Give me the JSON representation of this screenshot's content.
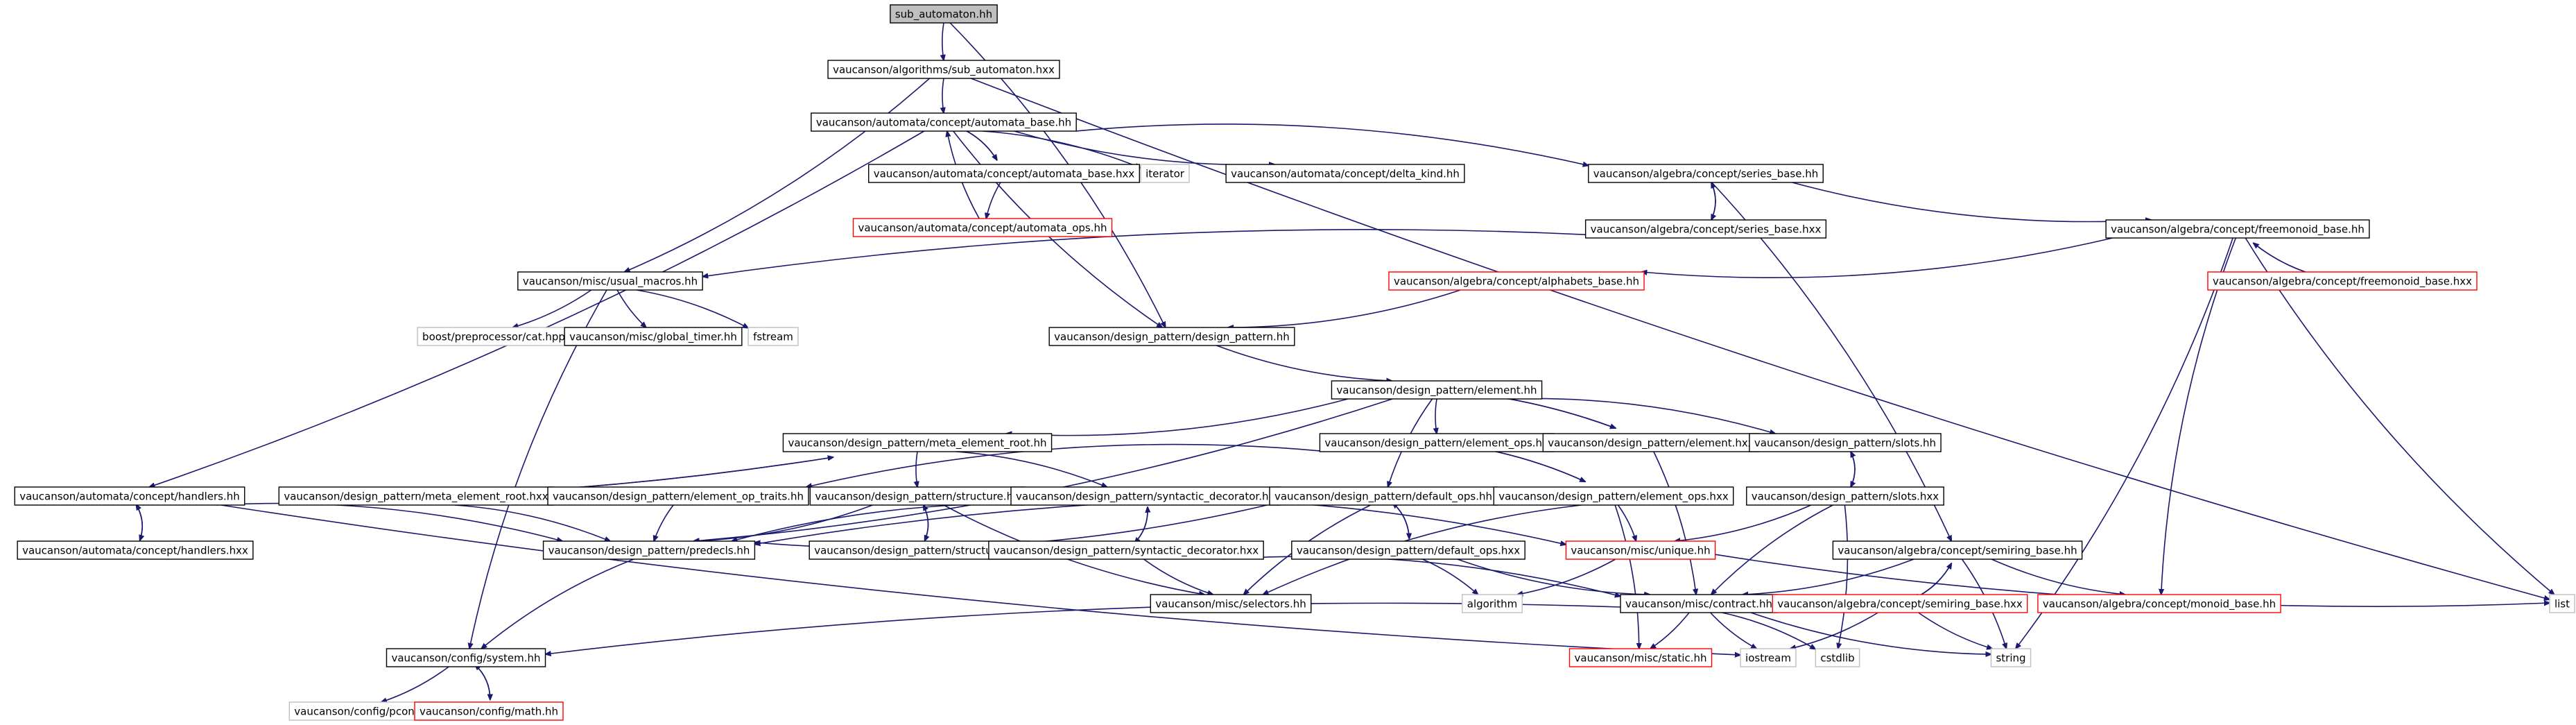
{
  "graph": {
    "root": "sub_automaton.hh",
    "colors": {
      "edge": "#191970",
      "node_border": "#000000",
      "root_fill": "#bfbfbf",
      "missing_border": "#ff0000",
      "external_border": "#bfbfbf",
      "text": "#000000"
    },
    "nodes": [
      {
        "id": "n0",
        "label": "sub_automaton.hh",
        "kind": "root"
      },
      {
        "id": "n1",
        "label": "vaucanson/algorithms/sub_automaton.hxx",
        "kind": "normal"
      },
      {
        "id": "n2",
        "label": "vaucanson/automata/concept/automata_base.hh",
        "kind": "normal"
      },
      {
        "id": "n3",
        "label": "vaucanson/automata/concept/automata_base.hxx",
        "kind": "normal"
      },
      {
        "id": "n4",
        "label": "iterator",
        "kind": "external"
      },
      {
        "id": "n5",
        "label": "vaucanson/automata/concept/delta_kind.hh",
        "kind": "normal"
      },
      {
        "id": "n6",
        "label": "vaucanson/algebra/concept/series_base.hh",
        "kind": "normal"
      },
      {
        "id": "n7",
        "label": "vaucanson/automata/concept/automata_ops.hh",
        "kind": "missing"
      },
      {
        "id": "n8",
        "label": "vaucanson/algebra/concept/series_base.hxx",
        "kind": "normal"
      },
      {
        "id": "n9",
        "label": "vaucanson/algebra/concept/freemonoid_base.hh",
        "kind": "normal"
      },
      {
        "id": "n10",
        "label": "vaucanson/misc/usual_macros.hh",
        "kind": "normal"
      },
      {
        "id": "n11",
        "label": "vaucanson/algebra/concept/alphabets_base.hh",
        "kind": "missing"
      },
      {
        "id": "n12",
        "label": "vaucanson/algebra/concept/freemonoid_base.hxx",
        "kind": "missing"
      },
      {
        "id": "n13",
        "label": "boost/preprocessor/cat.hpp",
        "kind": "external"
      },
      {
        "id": "n14",
        "label": "vaucanson/misc/global_timer.hh",
        "kind": "normal"
      },
      {
        "id": "n15",
        "label": "fstream",
        "kind": "external"
      },
      {
        "id": "n16",
        "label": "vaucanson/design_pattern/design_pattern.hh",
        "kind": "normal"
      },
      {
        "id": "n17",
        "label": "vaucanson/design_pattern/element.hh",
        "kind": "normal"
      },
      {
        "id": "n18",
        "label": "vaucanson/design_pattern/meta_element_root.hh",
        "kind": "normal"
      },
      {
        "id": "n19",
        "label": "vaucanson/design_pattern/element_ops.hh",
        "kind": "normal"
      },
      {
        "id": "n20",
        "label": "vaucanson/design_pattern/element.hxx",
        "kind": "normal"
      },
      {
        "id": "n21",
        "label": "vaucanson/design_pattern/slots.hh",
        "kind": "normal"
      },
      {
        "id": "n22",
        "label": "vaucanson/automata/concept/handlers.hh",
        "kind": "normal"
      },
      {
        "id": "n23",
        "label": "vaucanson/design_pattern/meta_element_root.hxx",
        "kind": "normal"
      },
      {
        "id": "n24",
        "label": "vaucanson/design_pattern/element_op_traits.hh",
        "kind": "normal"
      },
      {
        "id": "n25",
        "label": "vaucanson/design_pattern/structure.hh",
        "kind": "normal"
      },
      {
        "id": "n26",
        "label": "vaucanson/design_pattern/syntactic_decorator.hh",
        "kind": "normal"
      },
      {
        "id": "n27",
        "label": "vaucanson/design_pattern/default_ops.hh",
        "kind": "normal"
      },
      {
        "id": "n28",
        "label": "vaucanson/design_pattern/element_ops.hxx",
        "kind": "normal"
      },
      {
        "id": "n29",
        "label": "vaucanson/design_pattern/slots.hxx",
        "kind": "normal"
      },
      {
        "id": "n30",
        "label": "vaucanson/automata/concept/handlers.hxx",
        "kind": "normal"
      },
      {
        "id": "n31",
        "label": "vaucanson/design_pattern/predecls.hh",
        "kind": "normal"
      },
      {
        "id": "n32",
        "label": "vaucanson/design_pattern/structure.hxx",
        "kind": "normal"
      },
      {
        "id": "n33",
        "label": "vaucanson/design_pattern/syntactic_decorator.hxx",
        "kind": "normal"
      },
      {
        "id": "n34",
        "label": "vaucanson/design_pattern/default_ops.hxx",
        "kind": "normal"
      },
      {
        "id": "n35",
        "label": "vaucanson/misc/unique.hh",
        "kind": "missing"
      },
      {
        "id": "n36",
        "label": "vaucanson/algebra/concept/semiring_base.hh",
        "kind": "normal"
      },
      {
        "id": "n37",
        "label": "vaucanson/misc/selectors.hh",
        "kind": "normal"
      },
      {
        "id": "n38",
        "label": "algorithm",
        "kind": "external"
      },
      {
        "id": "n39",
        "label": "vaucanson/misc/contract.hh",
        "kind": "normal"
      },
      {
        "id": "n40",
        "label": "vaucanson/algebra/concept/semiring_base.hxx",
        "kind": "missing"
      },
      {
        "id": "n41",
        "label": "vaucanson/algebra/concept/monoid_base.hh",
        "kind": "missing"
      },
      {
        "id": "n42",
        "label": "list",
        "kind": "external"
      },
      {
        "id": "n43",
        "label": "vaucanson/config/system.hh",
        "kind": "normal"
      },
      {
        "id": "n44",
        "label": "vaucanson/misc/static.hh",
        "kind": "missing"
      },
      {
        "id": "n45",
        "label": "iostream",
        "kind": "external"
      },
      {
        "id": "n46",
        "label": "cstdlib",
        "kind": "external"
      },
      {
        "id": "n47",
        "label": "string",
        "kind": "external"
      },
      {
        "id": "n48",
        "label": "vaucanson/config/pconf.hh",
        "kind": "external"
      },
      {
        "id": "n49",
        "label": "vaucanson/config/math.hh",
        "kind": "missing"
      }
    ],
    "edges": [
      [
        "n0",
        "n1"
      ],
      [
        "n0",
        "n16"
      ],
      [
        "n1",
        "n2"
      ],
      [
        "n1",
        "n10"
      ],
      [
        "n1",
        "n42"
      ],
      [
        "n2",
        "n3"
      ],
      [
        "n3",
        "n2"
      ],
      [
        "n2",
        "n4"
      ],
      [
        "n2",
        "n5"
      ],
      [
        "n2",
        "n6"
      ],
      [
        "n2",
        "n16"
      ],
      [
        "n2",
        "n22"
      ],
      [
        "n3",
        "n7"
      ],
      [
        "n7",
        "n2"
      ],
      [
        "n6",
        "n8"
      ],
      [
        "n8",
        "n6"
      ],
      [
        "n6",
        "n9"
      ],
      [
        "n6",
        "n36"
      ],
      [
        "n8",
        "n10"
      ],
      [
        "n9",
        "n11"
      ],
      [
        "n9",
        "n12"
      ],
      [
        "n12",
        "n9"
      ],
      [
        "n9",
        "n41"
      ],
      [
        "n9",
        "n47"
      ],
      [
        "n9",
        "n42"
      ],
      [
        "n10",
        "n13"
      ],
      [
        "n10",
        "n14"
      ],
      [
        "n10",
        "n15"
      ],
      [
        "n10",
        "n43"
      ],
      [
        "n11",
        "n16"
      ],
      [
        "n16",
        "n17"
      ],
      [
        "n17",
        "n18"
      ],
      [
        "n17",
        "n19"
      ],
      [
        "n17",
        "n20"
      ],
      [
        "n20",
        "n17"
      ],
      [
        "n17",
        "n21"
      ],
      [
        "n17",
        "n27"
      ],
      [
        "n17",
        "n31"
      ],
      [
        "n18",
        "n23"
      ],
      [
        "n23",
        "n18"
      ],
      [
        "n18",
        "n25"
      ],
      [
        "n18",
        "n26"
      ],
      [
        "n19",
        "n24"
      ],
      [
        "n19",
        "n28"
      ],
      [
        "n28",
        "n19"
      ],
      [
        "n20",
        "n39"
      ],
      [
        "n20",
        "n21"
      ],
      [
        "n21",
        "n29"
      ],
      [
        "n29",
        "n21"
      ],
      [
        "n22",
        "n30"
      ],
      [
        "n30",
        "n22"
      ],
      [
        "n22",
        "n31"
      ],
      [
        "n22",
        "n45"
      ],
      [
        "n23",
        "n31"
      ],
      [
        "n24",
        "n31"
      ],
      [
        "n25",
        "n32"
      ],
      [
        "n32",
        "n25"
      ],
      [
        "n25",
        "n31"
      ],
      [
        "n25",
        "n37"
      ],
      [
        "n25",
        "n35"
      ],
      [
        "n26",
        "n33"
      ],
      [
        "n33",
        "n26"
      ],
      [
        "n26",
        "n31"
      ],
      [
        "n27",
        "n34"
      ],
      [
        "n34",
        "n27"
      ],
      [
        "n27",
        "n31"
      ],
      [
        "n27",
        "n37"
      ],
      [
        "n28",
        "n35"
      ],
      [
        "n28",
        "n31"
      ],
      [
        "n28",
        "n44"
      ],
      [
        "n28",
        "n37"
      ],
      [
        "n29",
        "n35"
      ],
      [
        "n29",
        "n39"
      ],
      [
        "n29",
        "n46"
      ],
      [
        "n31",
        "n43"
      ],
      [
        "n33",
        "n39"
      ],
      [
        "n33",
        "n37"
      ],
      [
        "n34",
        "n38"
      ],
      [
        "n34",
        "n39"
      ],
      [
        "n35",
        "n38"
      ],
      [
        "n35",
        "n42"
      ],
      [
        "n36",
        "n40"
      ],
      [
        "n40",
        "n36"
      ],
      [
        "n36",
        "n39"
      ],
      [
        "n36",
        "n41"
      ],
      [
        "n36",
        "n47"
      ],
      [
        "n39",
        "n43"
      ],
      [
        "n39",
        "n44"
      ],
      [
        "n39",
        "n45"
      ],
      [
        "n39",
        "n46"
      ],
      [
        "n39",
        "n47"
      ],
      [
        "n40",
        "n45"
      ],
      [
        "n40",
        "n47"
      ],
      [
        "n43",
        "n48"
      ],
      [
        "n43",
        "n49"
      ],
      [
        "n49",
        "n43"
      ]
    ]
  }
}
